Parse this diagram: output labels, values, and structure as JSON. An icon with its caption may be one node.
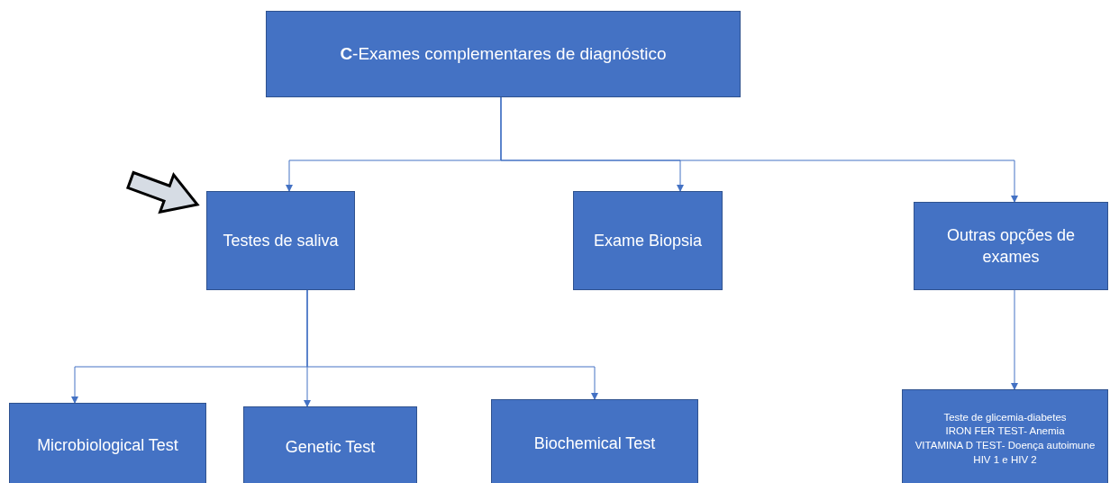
{
  "diagram": {
    "nodes": [
      {
        "text": [
          "**C**-Exames complementares de diagnóstico"
        ]
      },
      {
        "text": [
          "Testes de saliva"
        ]
      },
      {
        "text": [
          "Exame Biopsia"
        ]
      },
      {
        "text": [
          "Outras opções de exames"
        ]
      },
      {
        "text": [
          "Microbiological Test"
        ]
      },
      {
        "text": [
          "Genetic Test"
        ]
      },
      {
        "text": [
          "Biochemical Test"
        ]
      },
      {
        "text": [
          "Teste de glicemia-diabetes",
          "IRON FER TEST- Anemia",
          "VITAMINA D TEST- Doença autoimune",
          "HIV 1 e HIV 2"
        ]
      }
    ],
    "edges": [
      {
        "from": 0,
        "to": 1,
        "arrow": "to"
      },
      {
        "from": 0,
        "to": 2,
        "arrow": "to"
      },
      {
        "from": 0,
        "to": 3,
        "arrow": "to"
      },
      {
        "from": 1,
        "to": 4,
        "arrow": "to"
      },
      {
        "from": 1,
        "to": 5,
        "arrow": "to"
      },
      {
        "from": 1,
        "to": 6,
        "arrow": "to"
      },
      {
        "from": 3,
        "to": 7,
        "arrow": "to"
      },
      {
        "from": null,
        "to": 1,
        "arrow": "to",
        "style": "thick",
        "color": "#d6dce4"
      }
    ]
  }
}
